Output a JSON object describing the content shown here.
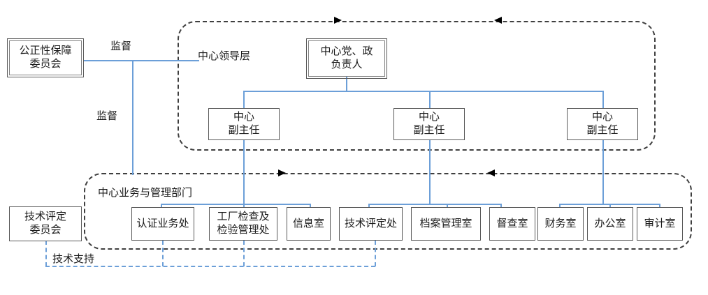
{
  "diagram": {
    "title_present": false,
    "colors": {
      "line_blue": "#6c9fd8",
      "line_dark": "#3f3f3f",
      "box_border": "#595959",
      "text": "#1a1a1a"
    },
    "groups": [
      {
        "id": "leadership",
        "label": "中心领导层"
      },
      {
        "id": "departments",
        "label": "中心业务与管理部门"
      }
    ],
    "boxes": {
      "impartiality_committee": "公正性保障\n委员会",
      "party_admin_head": "中心党、政\n负责人",
      "deputy_1": "中心\n副主任",
      "deputy_2": "中心\n副主任",
      "deputy_3": "中心\n副主任",
      "tech_committee": "技术评定\n委员会"
    },
    "departments": [
      {
        "name": "认证业务处"
      },
      {
        "name": "工厂检查及\n检验管理处"
      },
      {
        "name": "信息室"
      },
      {
        "name": "技术评定处"
      },
      {
        "name": "档案管理室"
      },
      {
        "name": "督查室"
      },
      {
        "name": "财务室"
      },
      {
        "name": "办公室"
      },
      {
        "name": "审计室"
      }
    ],
    "edge_labels": {
      "supervise_top": "监督",
      "supervise_bottom": "监督",
      "tech_support": "技术支持"
    }
  }
}
